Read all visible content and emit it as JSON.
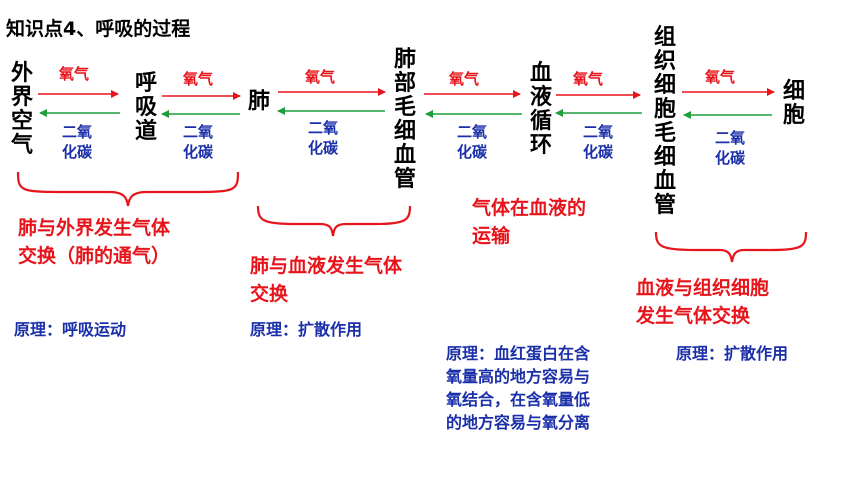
{
  "title": "知识点4、呼吸的过程",
  "colors": {
    "oxygen_arrow": "#e8141b",
    "co2_arrow": "#1f9e3a",
    "brace": "#e8141b",
    "principle_text": "#1a2fa8"
  },
  "nodes": {
    "outside_air": "外界空气",
    "airway": "呼吸道",
    "lung": "肺",
    "lung_capillary": "肺部毛细血管",
    "blood_circulation": "血液循环",
    "tissue_capillary": "组织细胞毛细血管",
    "cell": "细胞"
  },
  "labels": {
    "oxygen": "氧气",
    "co2_line1": "二氧",
    "co2_line2": "化碳"
  },
  "stages": {
    "ventilation": {
      "line1": "肺与外界发生气体",
      "line2": "交换（肺的通气）"
    },
    "lung_exchange": {
      "line1": "肺与血液发生气体",
      "line2": "交换"
    },
    "transport": {
      "line1": "气体在血液的",
      "line2": "运输"
    },
    "tissue_exchange": {
      "line1": "血液与组织细胞",
      "line2": "发生气体交换"
    }
  },
  "principles": {
    "ventilation": "原理：呼吸运动",
    "lung_exchange": "原理：扩散作用",
    "transport": {
      "line1": "原理：血红蛋白在含",
      "line2": "氧量高的地方容易与",
      "line3": "氧结合，在含氧量低",
      "line4": "的地方容易与氧分离"
    },
    "tissue_exchange": "原理：扩散作用"
  }
}
